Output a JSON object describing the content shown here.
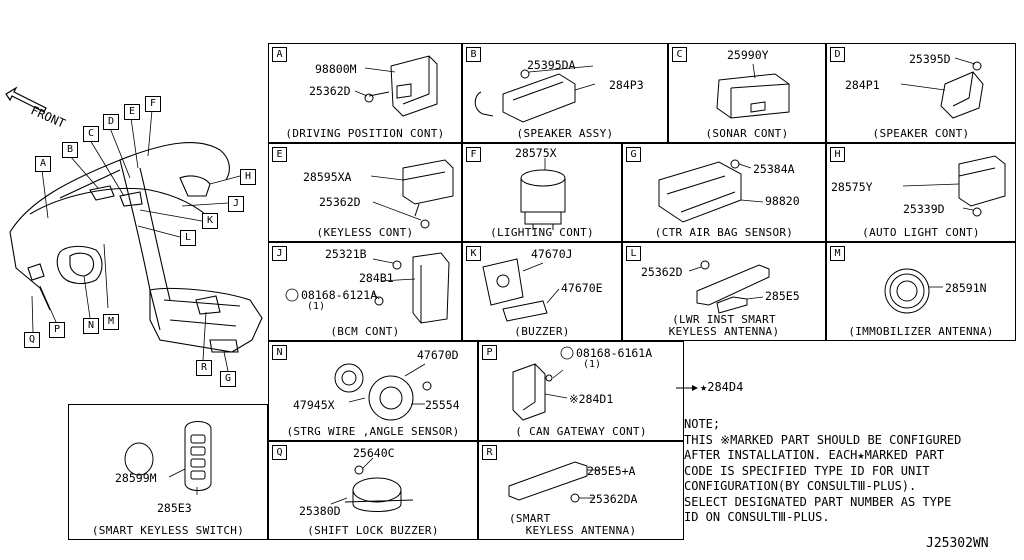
{
  "front_label": "FRONT",
  "drawing_id": "J25302WN",
  "arrow_part": "★284D4",
  "callout_letters": [
    "A",
    "B",
    "C",
    "D",
    "E",
    "F",
    "H",
    "J",
    "K",
    "L",
    "M",
    "N",
    "P",
    "Q",
    "R",
    "G"
  ],
  "cells": {
    "A": {
      "key": "A",
      "caption": "(DRIVING POSITION CONT)",
      "parts": [
        "98800M",
        "25362D"
      ]
    },
    "B": {
      "key": "B",
      "caption": "(SPEAKER ASSY)",
      "parts": [
        "25395DA",
        "284P3"
      ]
    },
    "C": {
      "key": "C",
      "caption": "(SONAR CONT)",
      "parts": [
        "25990Y"
      ]
    },
    "D": {
      "key": "D",
      "caption": "(SPEAKER CONT)",
      "parts": [
        "25395D",
        "284P1"
      ]
    },
    "E": {
      "key": "E",
      "caption": "(KEYLESS CONT)",
      "parts": [
        "28595XA",
        "25362D"
      ]
    },
    "F": {
      "key": "F",
      "caption": "(LIGHTING CONT)",
      "parts": [
        "28575X"
      ]
    },
    "G": {
      "key": "G",
      "caption": "(CTR AIR BAG SENSOR)",
      "parts": [
        "25384A",
        "98820"
      ]
    },
    "H": {
      "key": "H",
      "caption": "(AUTO LIGHT CONT)",
      "parts": [
        "28575Y",
        "25339D"
      ]
    },
    "J": {
      "key": "J",
      "caption": "(BCM CONT)",
      "parts": [
        "25321B",
        "284B1",
        "08168-6121A",
        "(1)"
      ]
    },
    "K": {
      "key": "K",
      "caption": "(BUZZER)",
      "parts": [
        "47670J",
        "47670E"
      ]
    },
    "L": {
      "key": "L",
      "caption": "(LWR INST SMART",
      "caption2": "KEYLESS ANTENNA)",
      "parts": [
        "25362D",
        "285E5"
      ]
    },
    "M": {
      "key": "M",
      "caption": "(IMMOBILIZER ANTENNA)",
      "parts": [
        "28591N"
      ]
    },
    "N": {
      "key": "N",
      "caption": "(STRG WIRE ,ANGLE SENSOR)",
      "parts": [
        "47670D",
        "47945X",
        "25554"
      ]
    },
    "P": {
      "key": "P",
      "caption": "( CAN GATEWAY CONT)",
      "parts": [
        "08168-6161A",
        "(1)",
        "※284D1"
      ]
    },
    "Q": {
      "key": "Q",
      "caption": "(SHIFT LOCK BUZZER)",
      "parts": [
        "25640C",
        "25380D"
      ]
    },
    "R": {
      "key": "R",
      "caption": "(SMART",
      "caption2": "KEYLESS ANTENNA)",
      "parts": [
        "285E5+A",
        "25362DA"
      ]
    },
    "SK": {
      "caption": "(SMART KEYLESS SWITCH)",
      "parts": [
        "28599M",
        "285E3"
      ]
    }
  },
  "note": {
    "lines": [
      "NOTE;",
      "THIS ※MARKED PART SHOULD BE CONFIGURED",
      "AFTER INSTALLATION. EACH★MARKED PART",
      "CODE IS SPECIFIED TYPE ID FOR UNIT",
      "CONFIGURATION(BY CONSULTⅢ-PLUS).",
      "SELECT DESIGNATED PART NUMBER AS TYPE",
      "ID ON CONSULTⅢ-PLUS."
    ]
  }
}
